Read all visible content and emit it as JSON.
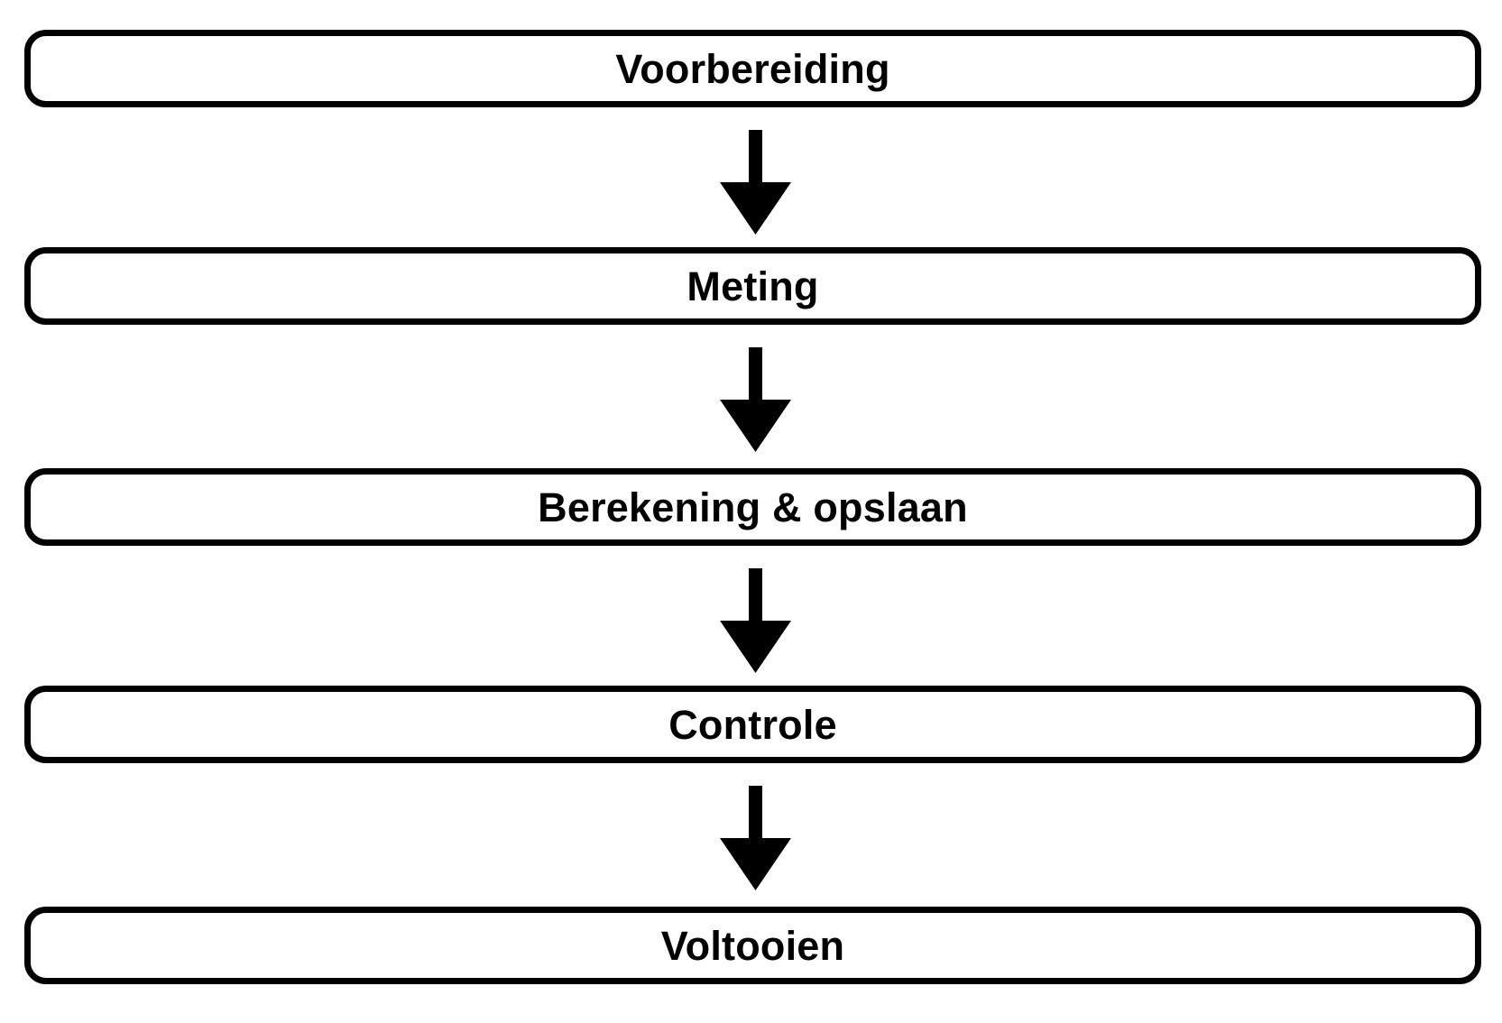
{
  "diagram": {
    "type": "flowchart",
    "orientation": "vertical-top-to-bottom",
    "language": "nl",
    "background_color": "#ffffff",
    "stroke_color": "#000000",
    "text_color": "#000000",
    "nodes": [
      {
        "id": "node-1",
        "label": "Voorbereiding",
        "shape": "rounded-rectangle"
      },
      {
        "id": "node-2",
        "label": "Meting",
        "shape": "rounded-rectangle"
      },
      {
        "id": "node-3",
        "label": "Berekening & opslaan",
        "shape": "rounded-rectangle"
      },
      {
        "id": "node-4",
        "label": "Controle",
        "shape": "rounded-rectangle"
      },
      {
        "id": "node-5",
        "label": "Voltooien",
        "shape": "rounded-rectangle"
      }
    ],
    "connectors": [
      {
        "id": "arrow-1",
        "from": "node-1",
        "to": "node-2",
        "style": "solid-down-arrow",
        "label": ""
      },
      {
        "id": "arrow-2",
        "from": "node-2",
        "to": "node-3",
        "style": "solid-down-arrow",
        "label": ""
      },
      {
        "id": "arrow-3",
        "from": "node-3",
        "to": "node-4",
        "style": "solid-down-arrow",
        "label": ""
      },
      {
        "id": "arrow-4",
        "from": "node-4",
        "to": "node-5",
        "style": "solid-down-arrow",
        "label": ""
      }
    ]
  }
}
